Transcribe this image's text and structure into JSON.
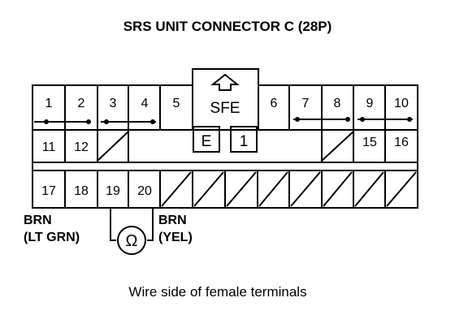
{
  "title": "SRS UNIT CONNECTOR C (28P)",
  "center_label": "SFE",
  "key_letter": "E",
  "key_number": "1",
  "pins": {
    "p1": "1",
    "p2": "2",
    "p3": "3",
    "p4": "4",
    "p5": "5",
    "p6": "6",
    "p7": "7",
    "p8": "8",
    "p9": "9",
    "p10": "10",
    "p11": "11",
    "p12": "12",
    "p15": "15",
    "p16": "16",
    "p17": "17",
    "p18": "18",
    "p19": "19",
    "p20": "20"
  },
  "wires": {
    "left_line1": "BRN",
    "left_line2": "(LT GRN)",
    "right_line1": "BRN",
    "right_line2": "(YEL)"
  },
  "meter_symbol": "Ω",
  "caption": "Wire side of female terminals",
  "colors": {
    "ink": "#000000",
    "paper": "#ffffff"
  }
}
